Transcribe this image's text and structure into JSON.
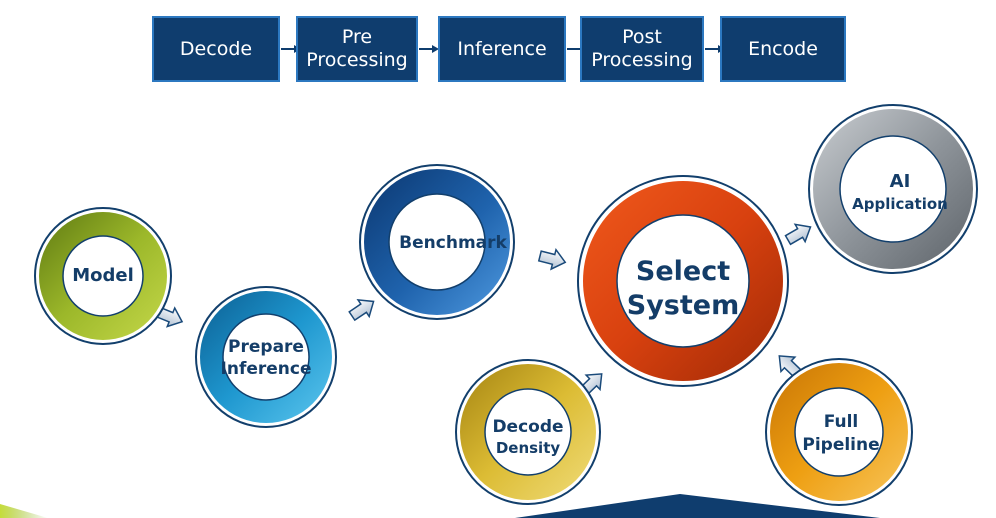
{
  "pipeline": {
    "steps": [
      {
        "line1": "Decode",
        "line2": ""
      },
      {
        "line1": "Pre",
        "line2": "Processing"
      },
      {
        "line1": "Inference",
        "line2": ""
      },
      {
        "line1": "Post",
        "line2": "Processing"
      },
      {
        "line1": "Encode",
        "line2": ""
      }
    ]
  },
  "workflow": {
    "model": {
      "line1": "Model",
      "line2": ""
    },
    "prepare_inference": {
      "line1": "Prepare",
      "line2": "Inference"
    },
    "benchmark": {
      "line1": "Benchmark",
      "line2": ""
    },
    "select_system": {
      "line1": "Select",
      "line2": "System"
    },
    "ai_application": {
      "line1": "AI",
      "line2": "Application"
    },
    "decode_density": {
      "line1": "Decode",
      "line2": "Density"
    },
    "full_pipeline": {
      "line1": "Full",
      "line2": "Pipeline"
    }
  },
  "colors": {
    "box_fill": "#0f3d6e",
    "box_border": "#2c78c0",
    "label": "#143d68",
    "model_ring": "#8aa522",
    "prepare_ring": "#1a8ec6",
    "benchmark_ring": "#1e5fa5",
    "select_ring": "#e1501a",
    "ai_ring": "#9aa0a6",
    "decode_density_ring": "#d4b229",
    "full_pipeline_ring": "#e69a12"
  }
}
